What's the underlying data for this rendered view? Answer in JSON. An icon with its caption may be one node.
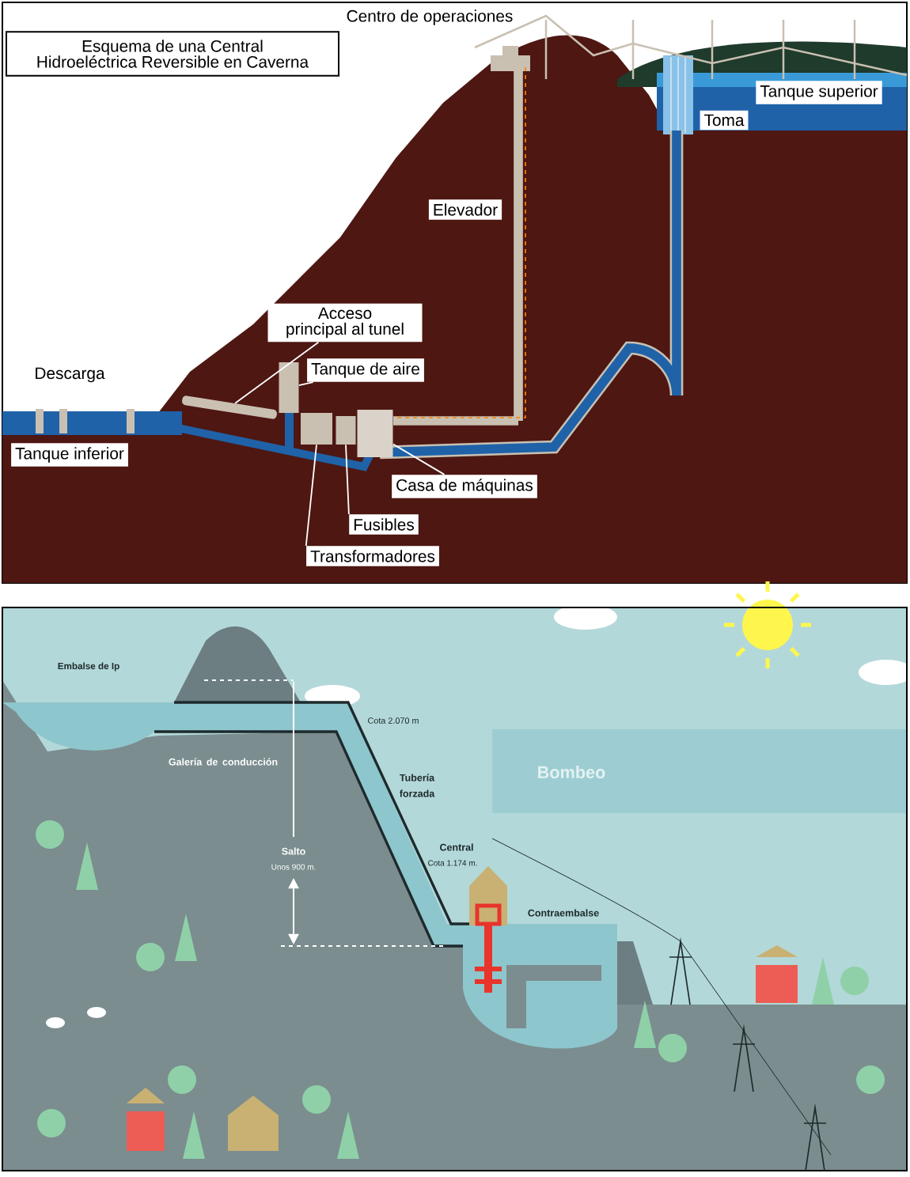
{
  "diagram": {
    "nodes": [
      {
        "text": [
          "Esquema de una Central Hidroeléctrica Reversible en Caverna"
        ]
      },
      {
        "text": [
          "Tanque superior"
        ]
      },
      {
        "text": [
          "Toma"
        ]
      },
      {
        "text": [
          "Elevador"
        ]
      },
      {
        "text": [
          "Acceso principal al tunel"
        ]
      },
      {
        "text": [
          "Tanque de aire"
        ]
      },
      {
        "text": [
          "Tanque inferior"
        ]
      },
      {
        "text": [
          "Casa de máquinas"
        ]
      },
      {
        "text": [
          "Fusibles"
        ]
      },
      {
        "text": [
          "Transformadores"
        ]
      },
      {
        "text": [],
        "shape": "bar"
      },
      {
        "text": [],
        "shape": "box"
      },
      {
        "text": [],
        "shape": "box"
      },
      {
        "text": [],
        "shape": "box"
      },
      {
        "text": [],
        "shape": "box"
      }
    ],
    "edges": [
      {
        "from": 4,
        "to": 10,
        "arrow": "none"
      },
      {
        "from": 5,
        "to": 11,
        "arrow": "none"
      },
      {
        "from": 7,
        "to": 14,
        "arrow": "none"
      },
      {
        "from": 8,
        "to": 13,
        "arrow": "none"
      },
      {
        "from": 9,
        "to": 12,
        "arrow": "none"
      }
    ],
    "labels": [
      "Centro de operaciones",
      "Descarga",
      "Embalse de Ip",
      "Cota 2.070 m",
      "Galería de conducción",
      "Tubería forzada",
      "Bombeo",
      "Central",
      "Cota 1.174 m.",
      "Salto",
      "Unos 900 m.",
      "Contraembalse"
    ]
  }
}
